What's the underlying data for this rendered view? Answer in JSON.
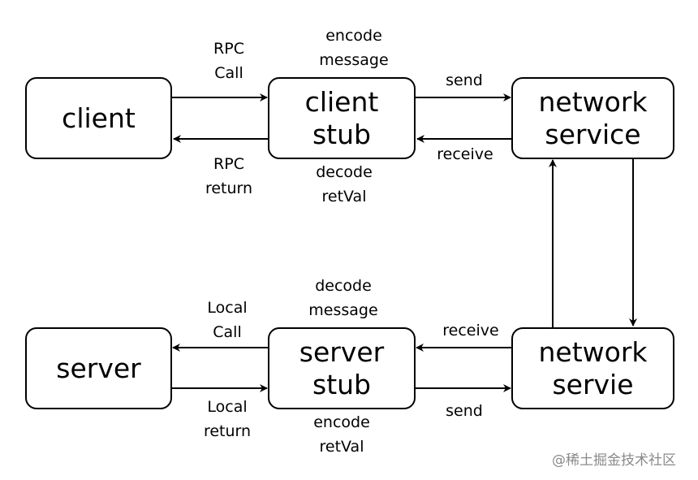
{
  "nodes": {
    "client": {
      "lines": [
        "client"
      ]
    },
    "client_stub": {
      "lines": [
        "client",
        "stub"
      ]
    },
    "network_service_top": {
      "lines": [
        "network",
        "service"
      ]
    },
    "server": {
      "lines": [
        "server"
      ]
    },
    "server_stub": {
      "lines": [
        "server",
        "stub"
      ]
    },
    "network_service_bottom": {
      "lines": [
        "network",
        "servie"
      ]
    }
  },
  "edge_labels": {
    "rpc_call": [
      "RPC",
      "Call"
    ],
    "rpc_return": [
      "RPC",
      "return"
    ],
    "encode_message": [
      "encode",
      "message"
    ],
    "decode_retval": [
      "decode",
      "retVal"
    ],
    "send_top": "send",
    "receive_top": "receive",
    "decode_message": [
      "decode",
      "message"
    ],
    "encode_retval": [
      "encode",
      "retVal"
    ],
    "local_call": [
      "Local",
      "Call"
    ],
    "local_return": [
      "Local",
      "return"
    ],
    "receive_bottom": "receive",
    "send_bottom": "send"
  },
  "watermark": "@稀土掘金技术社区"
}
